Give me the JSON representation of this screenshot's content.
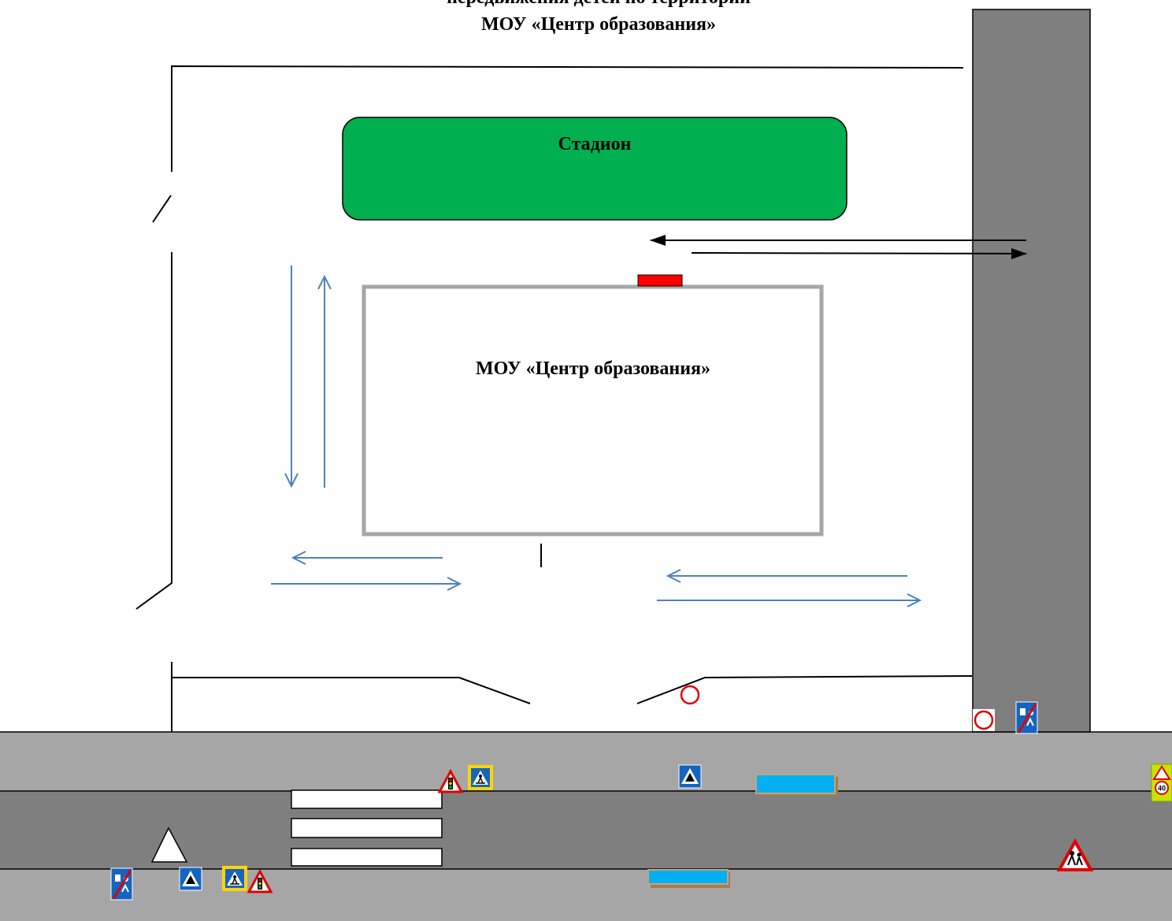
{
  "title": {
    "line1": "передвижения детей по территории",
    "line2": "МОУ «Центр образования»"
  },
  "stadium": {
    "label": "Стадион",
    "color": "#00b050"
  },
  "school": {
    "label": "МОУ «Центр образования»",
    "border_color": "#a6a6a6"
  },
  "colors": {
    "road_light": "#a6a6a6",
    "road_dark": "#7f7f7f",
    "child_route_arrow": "#4f81bd",
    "vehicle_route_arrow": "#000000",
    "entrance_marker": "#ff0000",
    "bus_stop_fill": "#00b0f0",
    "bus_stop_border": "#a57c52"
  },
  "signs": [
    {
      "icon": "no-entry-sign-icon"
    },
    {
      "icon": "no-entry-sign-icon"
    },
    {
      "icon": "living-zone-end-sign-icon"
    },
    {
      "icon": "living-zone-end-sign-icon"
    },
    {
      "icon": "traffic-light-warning-sign-icon"
    },
    {
      "icon": "traffic-light-warning-sign-icon"
    },
    {
      "icon": "pedestrian-crossing-sign-icon"
    },
    {
      "icon": "pedestrian-crossing-sign-icon"
    },
    {
      "icon": "artificial-bump-sign-icon"
    },
    {
      "icon": "artificial-bump-sign-icon"
    },
    {
      "icon": "children-warning-sign-icon"
    },
    {
      "icon": "children-speed-limit-sign-icon",
      "speed": "40"
    },
    {
      "icon": "give-way-triangle-icon"
    }
  ]
}
